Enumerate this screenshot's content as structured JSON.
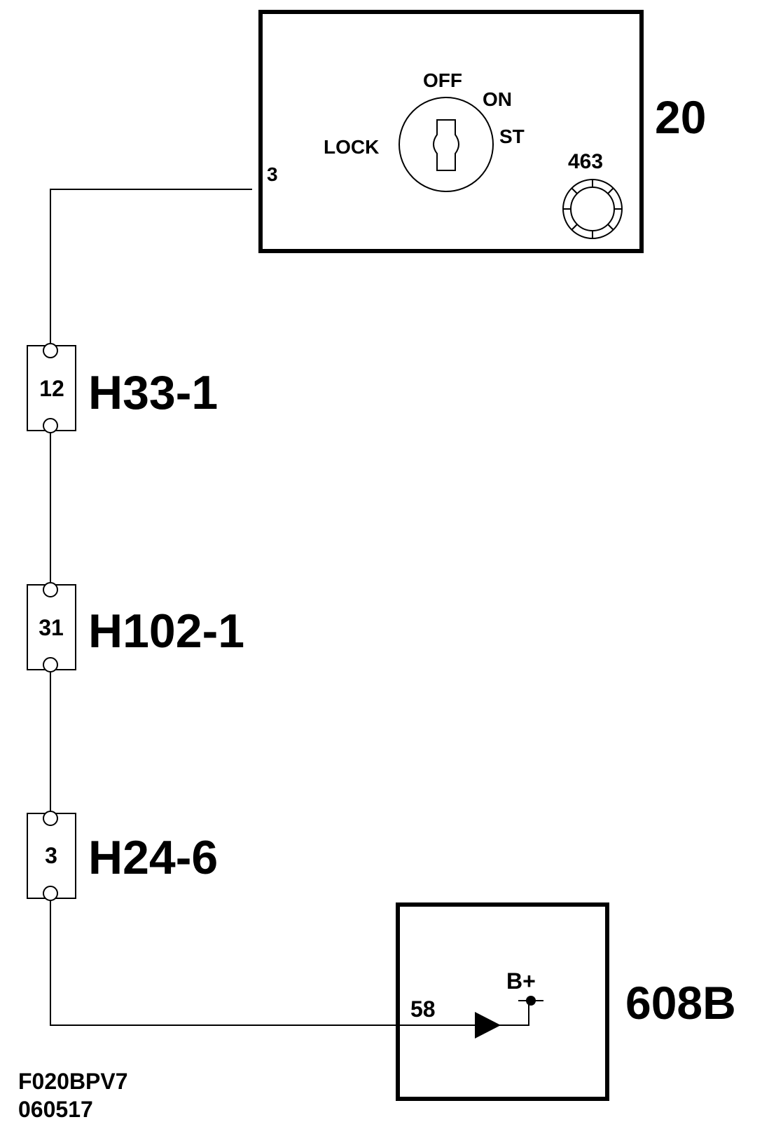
{
  "components": {
    "ignition_switch": {
      "id": "20",
      "pin": "3",
      "positions": {
        "off": "OFF",
        "on": "ON",
        "lock": "LOCK",
        "start": "ST"
      },
      "sub_component": "463"
    },
    "module": {
      "id": "608B",
      "pin": "58",
      "supply": "B+"
    }
  },
  "connectors": [
    {
      "name": "H33-1",
      "pin": "12"
    },
    {
      "name": "H102-1",
      "pin": "31"
    },
    {
      "name": "H24-6",
      "pin": "3"
    }
  ],
  "footer": {
    "code": "F020BPV7",
    "date": "060517"
  }
}
